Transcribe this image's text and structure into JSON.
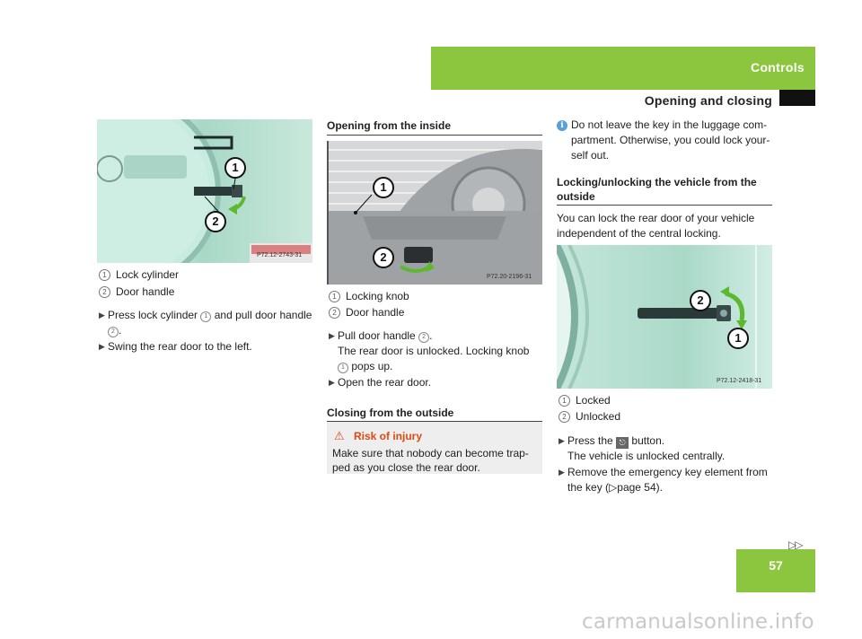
{
  "header": {
    "section": "Controls",
    "subtitle": "Opening and closing"
  },
  "page_number": "57",
  "continue_marker": "▷▷",
  "watermark": "carmanualsonline.info",
  "col1": {
    "figure_code": "P72.12-2743-31",
    "callouts": [
      "1",
      "2"
    ],
    "legend": [
      {
        "num": "1",
        "text": "Lock cylinder"
      },
      {
        "num": "2",
        "text": "Door handle"
      }
    ],
    "step1_a": "Press lock cylinder",
    "step1_b": "and pull door handle",
    "step1_num1": "1",
    "step1_num2": "2",
    "step1_end": ".",
    "step2": "Swing the rear door to the left."
  },
  "col2": {
    "heading1": "Opening from the inside",
    "figure_code": "P72.20-2196-31",
    "callouts": [
      "1",
      "2"
    ],
    "legend": [
      {
        "num": "1",
        "text": "Locking knob"
      },
      {
        "num": "2",
        "text": "Door handle"
      }
    ],
    "step1_a": "Pull door handle",
    "step1_num": "2",
    "step1_end": ".",
    "step1_line2": "The rear door is unlocked. Locking knob",
    "step1_num3": "1",
    "step1_line3": "pops up.",
    "step2": "Open the rear door.",
    "heading2": "Closing from the outside",
    "warning_icon": "warning-triangle-icon",
    "warning_title": "Risk of injury",
    "warning_line1": "Make sure that nobody can become trap-",
    "warning_line2": "ped as you close the rear door."
  },
  "col3": {
    "info_icon": "i",
    "info_line1": "Do not leave the key in the luggage com-",
    "info_line2": "partment. Otherwise, you could lock your-",
    "info_line3": "self out.",
    "heading1": "Locking/unlocking the vehicle from the",
    "heading1_b": "outside",
    "para1": "You can lock the rear door of your vehicle",
    "para2": "independent of the central locking.",
    "figure_code": "P72.12-2418-31",
    "callouts": [
      "2",
      "1"
    ],
    "legend": [
      {
        "num": "1",
        "text": "Locked"
      },
      {
        "num": "2",
        "text": "Unlocked"
      }
    ],
    "step1_a": "Press the",
    "step1_b": "button.",
    "step1_icon": "unlock-icon",
    "step1_line2": "The vehicle is unlocked centrally.",
    "step2_a": "Remove the emergency key element from",
    "step2_b": "the key (",
    "step2_ref": "▷",
    "step2_c": "page 54)."
  },
  "colors": {
    "accent_green": "#8cc63f",
    "warning_orange": "#e04a12",
    "info_blue": "#5aa0d8",
    "car_body": "#b8e2d4"
  }
}
